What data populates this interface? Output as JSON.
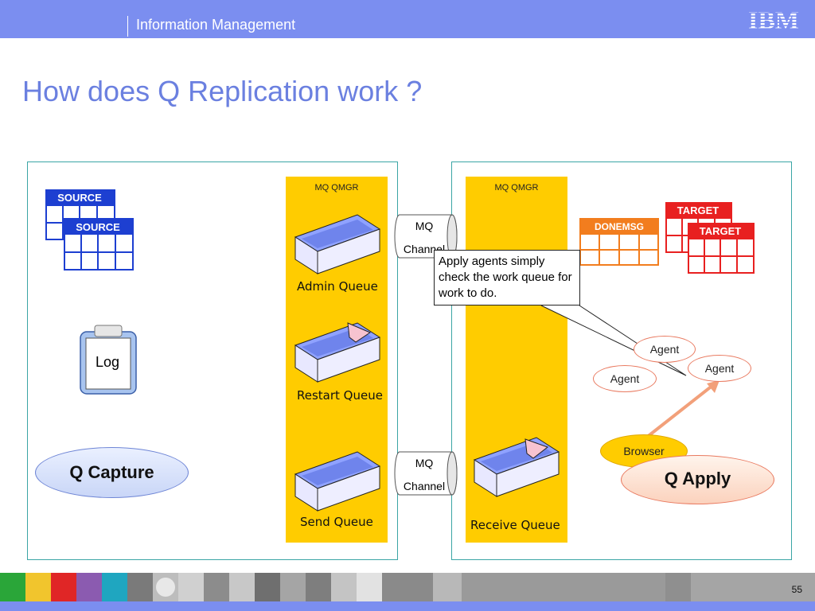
{
  "header": {
    "section": "Information Management",
    "logo_text": "IBM"
  },
  "slide": {
    "title": "How does Q Replication work ?",
    "page_number": "55"
  },
  "source_side": {
    "qmgr_label": "MQ QMGR",
    "source_tables": [
      "SOURCE",
      "SOURCE"
    ],
    "log_label": "Log",
    "capture_label": "Q Capture",
    "queues": {
      "admin": "Admin Queue",
      "restart": "Restart Queue",
      "send": "Send Queue"
    }
  },
  "channels": {
    "top": [
      "MQ",
      "Channel"
    ],
    "bottom": [
      "MQ",
      "Channel"
    ]
  },
  "target_side": {
    "qmgr_label": "MQ QMGR",
    "receive_queue": "Receive Queue",
    "donemsg_label": "DONEMSG",
    "target_tables": [
      "TARGET",
      "TARGET"
    ],
    "callout": "Apply agents simply check the work queue for work to do.",
    "agents": [
      "Agent",
      "Agent",
      "Agent"
    ],
    "browser_label": "Browser",
    "apply_label": "Q Apply"
  },
  "colors": {
    "header_bar": "#7b8ef0",
    "title": "#6b80e0",
    "qmgr": "#ffcc00",
    "source": "#1d3fd1",
    "target": "#e82020",
    "donemsg": "#f27d1e",
    "panel_border": "#3aa5a5"
  }
}
